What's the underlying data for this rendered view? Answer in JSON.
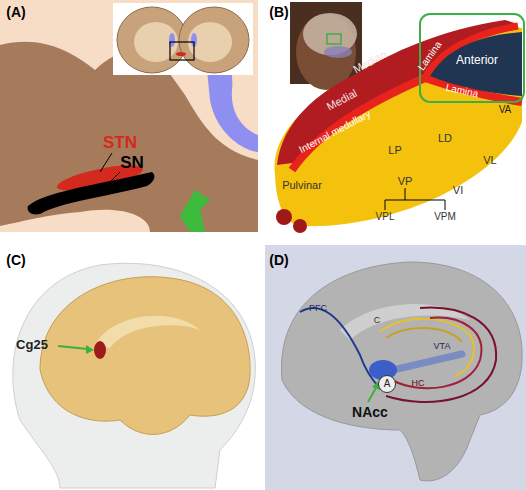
{
  "diagram": {
    "nodes": [
      {
        "text": [
          "Anterior"
        ]
      },
      {
        "text": [
          "A"
        ]
      }
    ],
    "labels": [
      "(A)",
      "STN",
      "SN",
      "(B)",
      "Median",
      "Medial",
      "Lamina",
      "Internal medullary",
      "Lamina",
      "VA",
      "LD",
      "LP",
      "VL",
      "VP",
      "VPL",
      "VPM",
      "VI",
      "Pulvinar",
      "(C)",
      "Cg25",
      "(D)",
      "PFC",
      "C",
      "VTA",
      "HC",
      "NAcc"
    ]
  }
}
